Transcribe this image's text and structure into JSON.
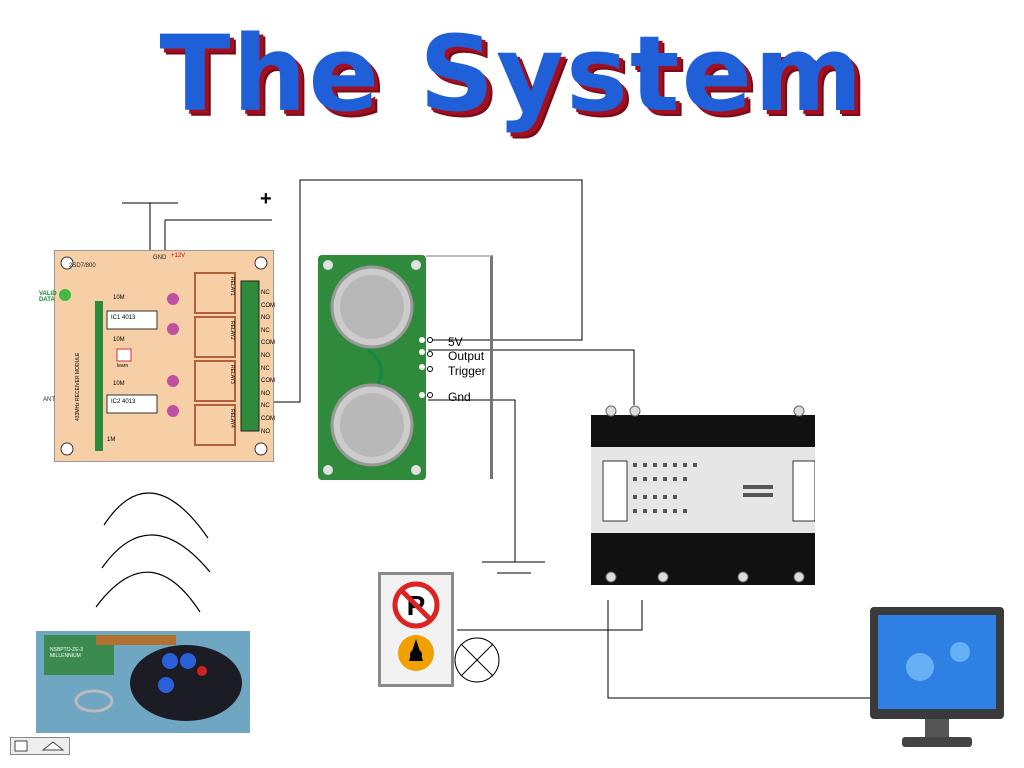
{
  "title": "The System",
  "power": {
    "minus": "—",
    "plus": "+"
  },
  "sensor_pins": [
    "5V",
    "Output",
    "Trigger",
    "Gnd"
  ],
  "relay_board": {
    "header": "2SD7/800",
    "gnd_label": "GND",
    "v12_label": "+12V",
    "valid_data": "VALID DATA",
    "ant": "ANT",
    "module": "433MHz RECEIVER MODULE",
    "relay_labels": [
      "RELAY1",
      "RELAY2",
      "RELAY3",
      "RELAY4"
    ],
    "terminals": [
      "NC",
      "COM",
      "NO",
      "NC",
      "COM",
      "NO",
      "NC",
      "COM",
      "NO",
      "NC",
      "COM",
      "NO"
    ],
    "ic_labels": [
      "IC1 4013",
      "IC2 4013"
    ],
    "resistors": [
      "10M",
      "10M",
      "10M",
      "1M"
    ],
    "learn": "learn"
  },
  "remote_chip": "NSBPTO-ZE-3 MILLENNIUM",
  "colors": {
    "title": "#1f5fd8",
    "title_shadow": "#a01020",
    "wire": "#000000"
  }
}
